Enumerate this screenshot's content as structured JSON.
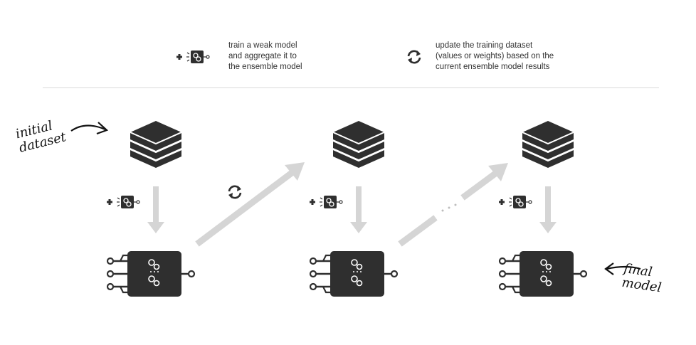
{
  "legend": {
    "train_text": "train a weak model\nand aggregate it to\nthe ensemble model",
    "update_text": "update the training dataset\n(values or weights) based on the\ncurrent ensemble model results",
    "train_icon": "plus-model-icon",
    "update_icon": "refresh-cycle-icon"
  },
  "annotations": {
    "initial": "initial\ndataset",
    "final": "final\nmodel"
  },
  "colors": {
    "dark": "#2f2f2f",
    "arrow": "#d5d5d5",
    "divider": "#d9d9d9",
    "text": "#333333"
  }
}
